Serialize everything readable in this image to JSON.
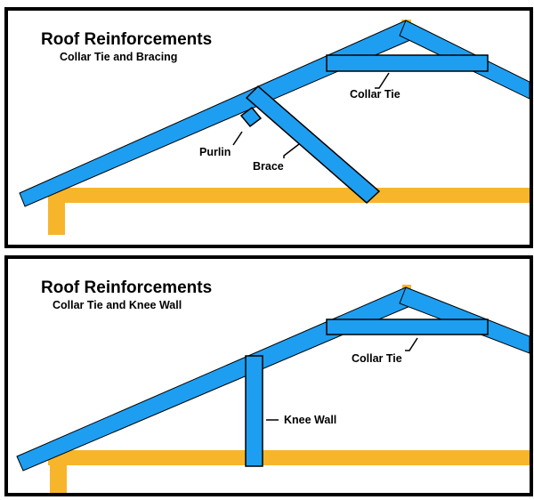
{
  "colors": {
    "rafter": "#1e9ef0",
    "joist": "#f7b52b",
    "outline": "#000000",
    "background": "#ffffff"
  },
  "top_panel": {
    "title": "Roof Reinforcements",
    "subtitle": "Collar Tie and Bracing",
    "labels": {
      "collar_tie": "Collar Tie",
      "purlin": "Purlin",
      "brace": "Brace"
    }
  },
  "bottom_panel": {
    "title": "Roof Reinforcements",
    "subtitle": "Collar Tie and Knee Wall",
    "labels": {
      "collar_tie": "Collar Tie",
      "knee_wall": "Knee Wall"
    }
  }
}
